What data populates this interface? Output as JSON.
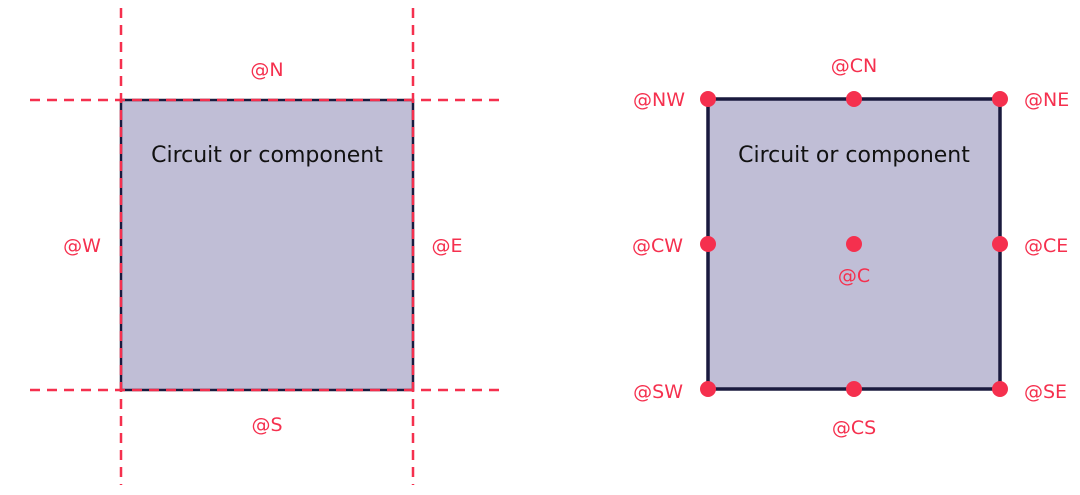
{
  "colors": {
    "accent": "#f5304e",
    "box_fill": "#c0bed6",
    "box_border": "#1a1a3e",
    "text": "#111111"
  },
  "left_panel": {
    "component_label": "Circuit or component",
    "edges": {
      "north": "@N",
      "south": "@S",
      "east": "@E",
      "west": "@W"
    }
  },
  "right_panel": {
    "component_label": "Circuit or component",
    "anchors": {
      "nw": "@NW",
      "cn": "@CN",
      "ne": "@NE",
      "cw": "@CW",
      "c": "@C",
      "ce": "@CE",
      "sw": "@SW",
      "cs": "@CS",
      "se": "@SE"
    }
  }
}
